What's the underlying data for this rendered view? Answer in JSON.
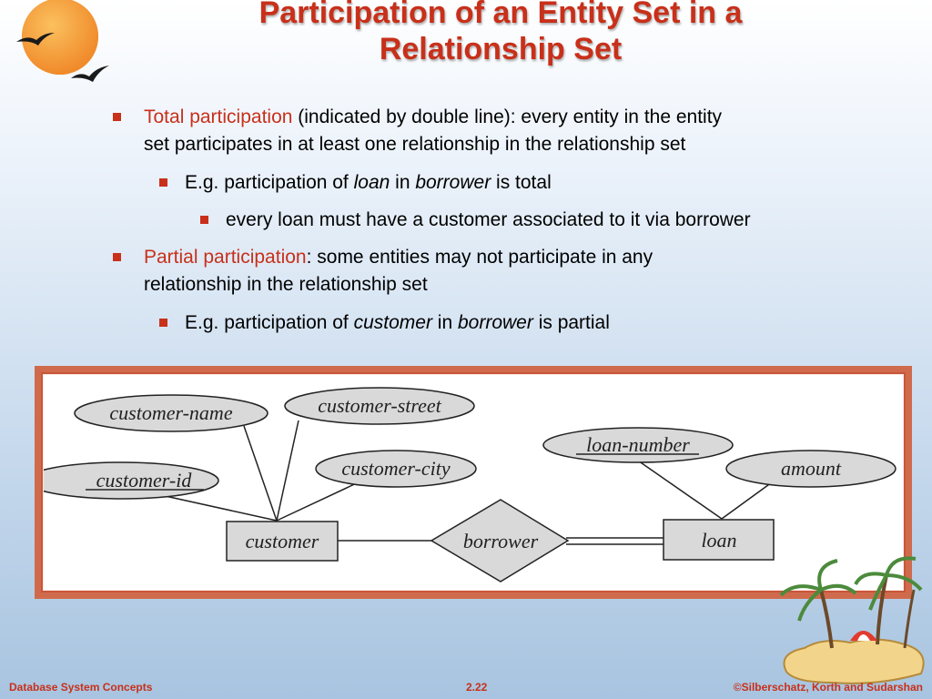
{
  "title": {
    "line1": "Participation of an Entity Set in a",
    "line2": "Relationship Set"
  },
  "bullets": {
    "b1_red": "Total participation",
    "b1_rest_line1": " (indicated by double line):  every entity in the entity",
    "b1_line2": "set participates in at least one relationship in the relationship set",
    "b2_prefix": "E.g. participation of ",
    "b2_loan": "loan",
    "b2_in": " in ",
    "b2_borrower": "borrower",
    "b2_suffix": " is total",
    "b3": "every loan must have a customer associated to it via borrower",
    "b4_red": "Partial participation",
    "b4_rest_line1": ":  some entities may not participate in any",
    "b4_line2": "relationship in the relationship set",
    "b5_prefix": "E.g. participation of ",
    "b5_customer": "customer",
    "b5_in": " in ",
    "b5_borrower": "borrower",
    "b5_suffix": " is partial"
  },
  "diagram": {
    "attr_customer_name": "customer-name",
    "attr_customer_street": "customer-street",
    "attr_customer_id": "customer-id",
    "attr_customer_city": "customer-city",
    "attr_loan_number": "loan-number",
    "attr_amount": "amount",
    "entity_customer": "customer",
    "relationship_borrower": "borrower",
    "entity_loan": "loan"
  },
  "footer": {
    "left": "Database System Concepts",
    "center": "2.22",
    "right": "©Silberschatz, Korth and Sudarshan"
  },
  "colors": {
    "accent": "#c8301a",
    "frame": "#cf6b4c",
    "shape_fill": "#d9d9d9"
  }
}
